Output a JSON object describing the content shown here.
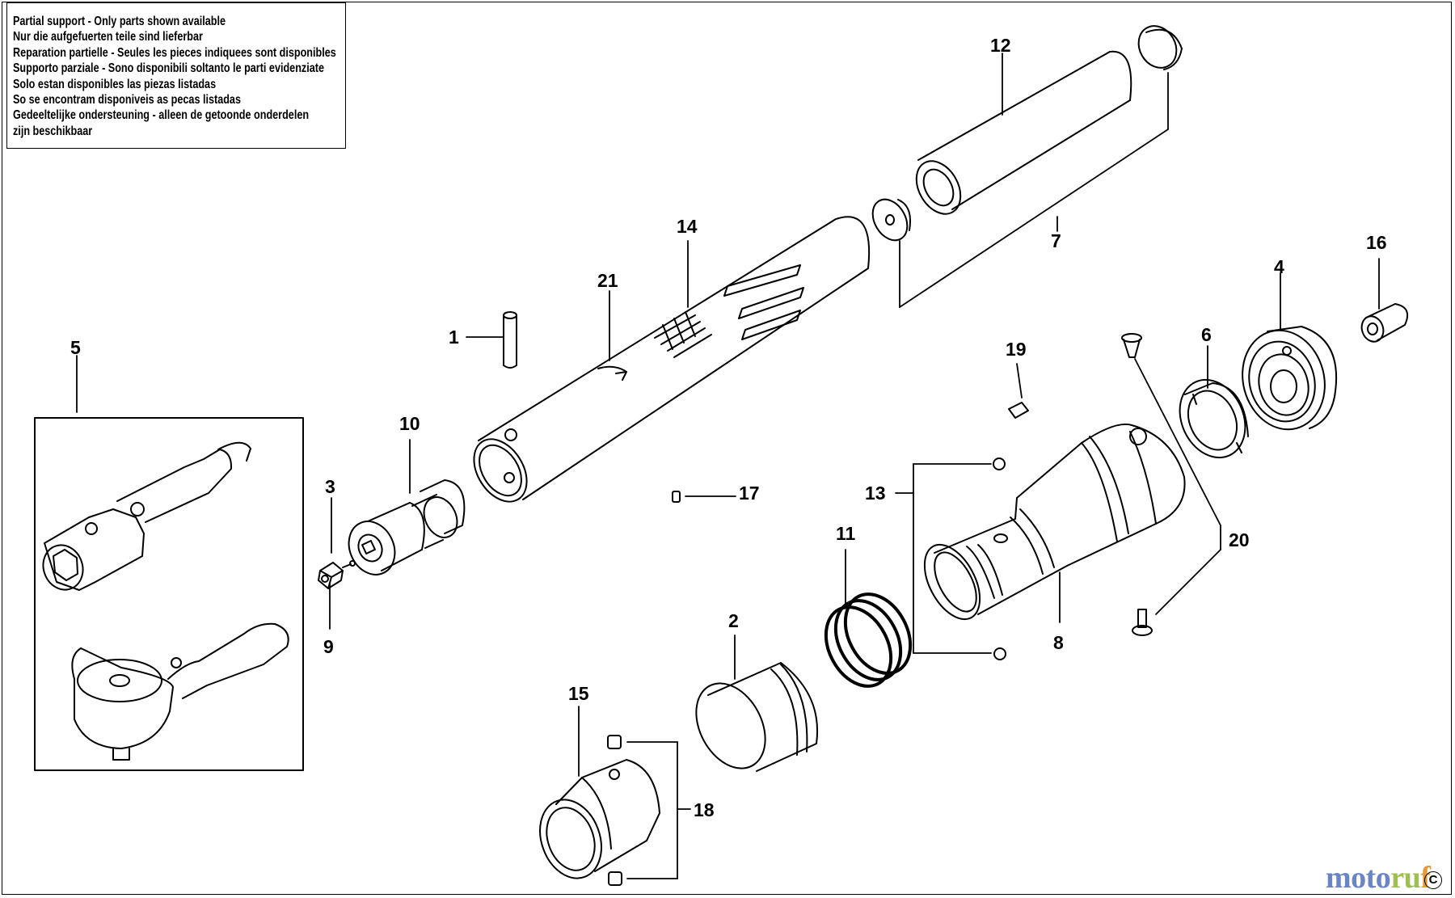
{
  "notice": {
    "lines": [
      "Partial support - Only parts shown available",
      "Nur die aufgefuerten teile sind lieferbar",
      "Reparation partielle - Seules les pieces indiquees sont disponibles",
      "Supporto parziale - Sono disponibili soltanto le parti evidenziate",
      "Solo estan disponibles las piezas listadas",
      "So se encontram disponiveis as pecas listadas",
      "Gedeeltelijke ondersteuning - alleen de getoonde onderdelen",
      "zijn beschikbaar"
    ]
  },
  "callouts": {
    "p1": "1",
    "p2": "2",
    "p3": "3",
    "p4": "4",
    "p5": "5",
    "p6": "6",
    "p7": "7",
    "p8": "8",
    "p9": "9",
    "p10": "10",
    "p11": "11",
    "p12": "12",
    "p13": "13",
    "p14": "14",
    "p15": "15",
    "p16": "16",
    "p17": "17",
    "p18": "18",
    "p19": "19",
    "p20": "20",
    "p21": "21"
  },
  "watermark": {
    "part1": "moto",
    "part2": "ru",
    "part3": "f"
  },
  "copyright_symbol": "C",
  "colors": {
    "line": "#000000",
    "background": "#ffffff",
    "watermark_blue": "#6a84c4",
    "watermark_green": "#9ec04f",
    "watermark_orange": "#e39b3c"
  }
}
